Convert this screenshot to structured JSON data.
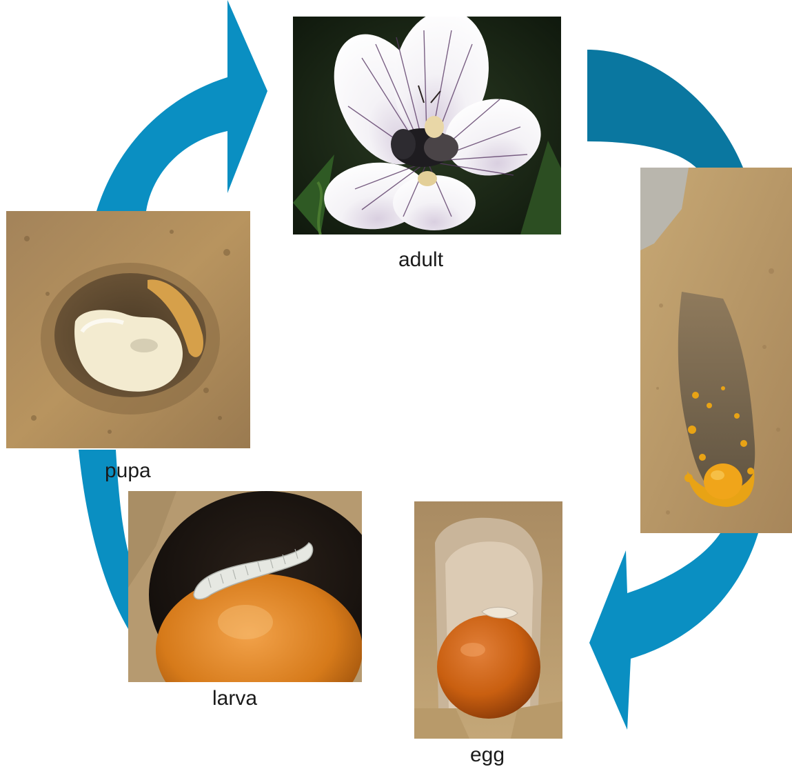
{
  "diagram": {
    "colors": {
      "arrow": "#0a8fc2",
      "arrow_dark": "#0a77a0",
      "soil": "#b8945f",
      "pollen": "#e8a315",
      "egg": "#c95f10"
    },
    "stages": {
      "adult": {
        "label": "adult"
      },
      "nest": {
        "label": ""
      },
      "egg": {
        "label": "egg"
      },
      "larva": {
        "label": "larva"
      },
      "pupa": {
        "label": "pupa"
      }
    }
  }
}
